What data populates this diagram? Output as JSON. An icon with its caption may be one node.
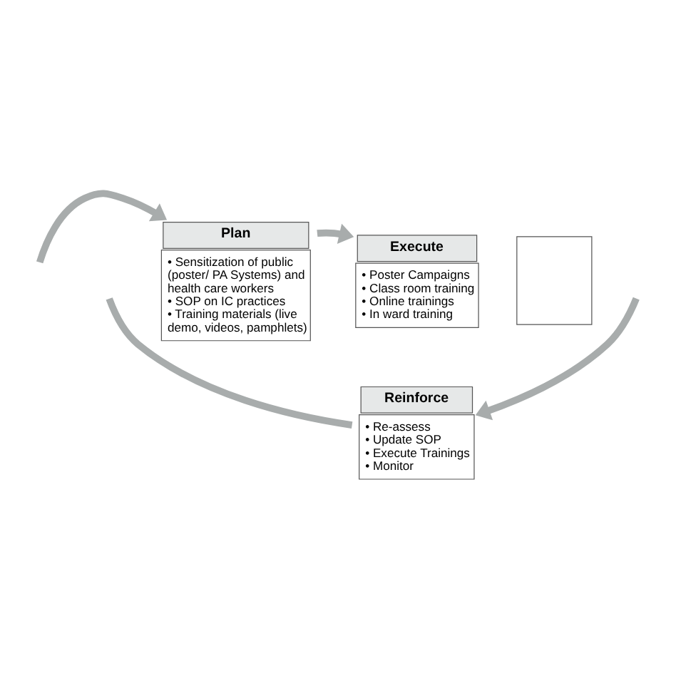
{
  "diagram": {
    "nodes": [
      {
        "text": [
          "Plan",
          "• Sensitization of public (poster/ PA Systems) and health care workers",
          "• SOP on IC practices",
          "• Training materials (live demo, videos, pamphlets)"
        ]
      },
      {
        "text": [
          "Execute",
          "• Poster Campaigns",
          "• Class room training",
          "• Online trainings",
          "• In ward training"
        ]
      },
      {
        "text": [],
        "shape": "box"
      },
      {
        "text": [
          "Reinforce",
          "• Re-assess",
          "• Update SOP",
          "• Execute Trainings",
          "• Monitor"
        ]
      }
    ],
    "edges": [
      {
        "from": null,
        "to": 0,
        "arrow": "to"
      },
      {
        "from": 0,
        "to": 1,
        "arrow": "to"
      },
      {
        "from": 3,
        "to": null,
        "arrow": "none"
      },
      {
        "from": null,
        "to": 3,
        "arrow": "to"
      }
    ]
  }
}
